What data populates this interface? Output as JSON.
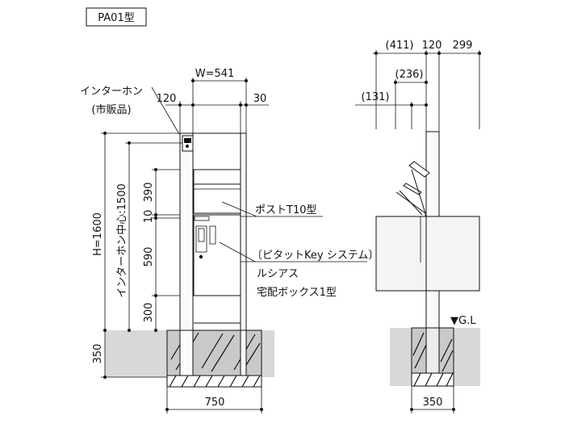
{
  "model_tag": "PA01型",
  "front": {
    "width_label": "W=541",
    "left_offset": "120",
    "right_offset": "30",
    "intercom_label": "インターホン",
    "intercom_sub": "(市販品)",
    "height_label": "H=1600",
    "intercom_center_label": "インターホン中心:1500",
    "dims_vertical": [
      "390",
      "10",
      "590",
      "300"
    ],
    "depth_label": "350",
    "base_width_label": "750",
    "post_label": "ポストT10型",
    "box_label_1": "〔ピタットKey システム〕",
    "box_label_2": "ルシアス",
    "box_label_3": "宅配ボックス1型"
  },
  "side": {
    "top_dims": [
      "(411)",
      "120",
      "299"
    ],
    "dim_236": "(236)",
    "dim_131": "(131)",
    "gl_label": "▼G.L",
    "base_width_label": "350"
  }
}
